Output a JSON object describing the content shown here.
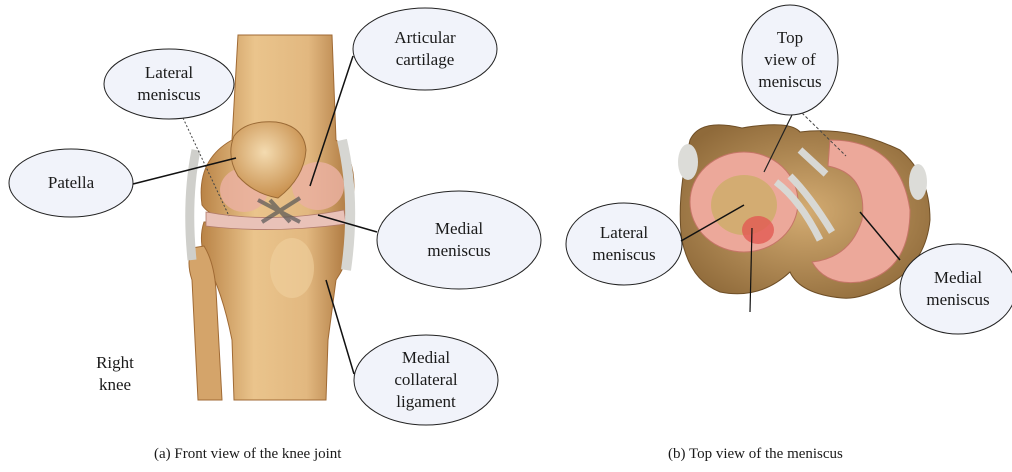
{
  "panel_a": {
    "caption": "(a) Front view of the knee joint",
    "side_note": [
      "Right",
      "knee"
    ],
    "labels": {
      "lateral_meniscus": [
        "Lateral",
        "meniscus"
      ],
      "articular_cartilage": [
        "Articular",
        "cartilage"
      ],
      "patella": [
        "Patella"
      ],
      "medial_meniscus": [
        "Medial",
        "meniscus"
      ],
      "medial_collateral_ligament": [
        "Medial",
        "collateral",
        "ligament"
      ]
    }
  },
  "panel_b": {
    "caption": "(b) Top view of the meniscus",
    "labels": {
      "top_view": [
        "Top",
        "view of",
        "meniscus"
      ],
      "lateral_meniscus": [
        "Lateral",
        "meniscus"
      ],
      "medial_meniscus": [
        "Medial",
        "meniscus"
      ]
    }
  },
  "colors": {
    "bone": "#e2b880",
    "bone_shadow": "#b98346",
    "cartilage": "#eab0a0",
    "meniscus_red": "#e26a60",
    "ligament": "#d6d6d2",
    "bubble_fill": "#f1f3fa",
    "leader": "#111111"
  }
}
